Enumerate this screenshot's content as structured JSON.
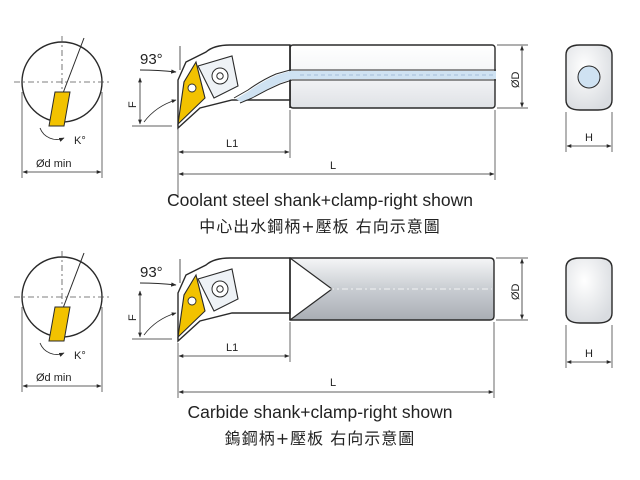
{
  "colors": {
    "insert": "#f2c200",
    "clamp": "#eef2f6",
    "coolant": "#cfe2f2",
    "carbide": "#d6d9de",
    "line": "#2a2a2a"
  },
  "top": {
    "caption_en": "Coolant steel shank+clamp-right shown",
    "caption_zh": "中心出水鋼柄+壓板  右向示意圖",
    "labels": {
      "angle": "93°",
      "F": "F",
      "L1": "L1",
      "L": "L",
      "D": "ØD",
      "H": "H",
      "kappa": "K°",
      "dmin": "Ød min"
    }
  },
  "bottom": {
    "caption_en": "Carbide shank+clamp-right shown",
    "caption_zh": "鎢鋼柄+壓板  右向示意圖",
    "labels": {
      "angle": "93°",
      "F": "F",
      "L1": "L1",
      "L": "L",
      "D": "ØD",
      "H": "H",
      "kappa": "K°",
      "dmin": "Ød min"
    }
  }
}
